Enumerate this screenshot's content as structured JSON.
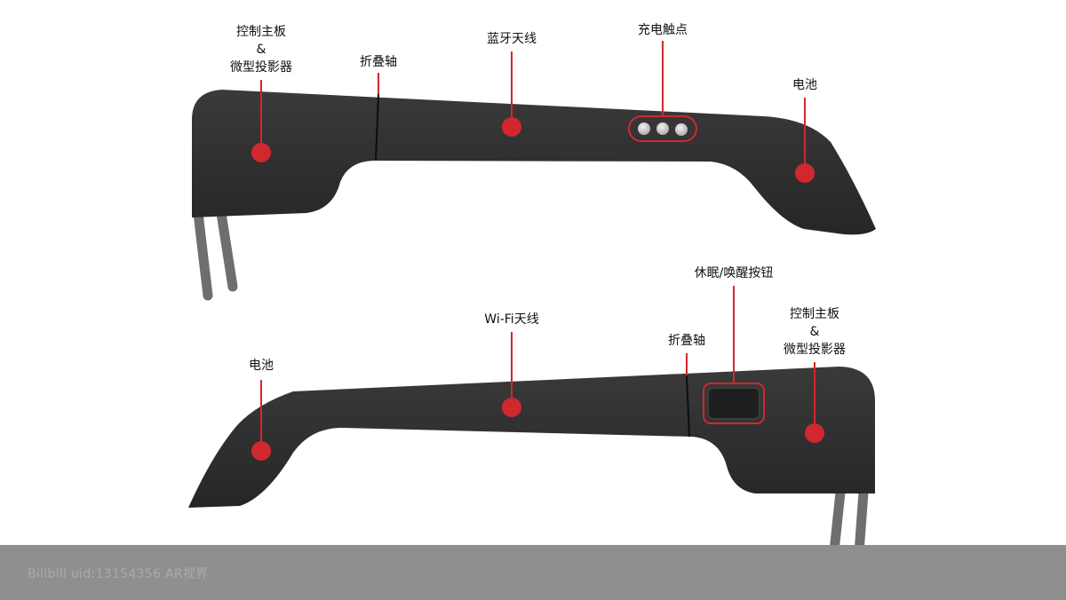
{
  "top_arm": {
    "labels": {
      "board_line1": "控制主板",
      "board_amp": "&",
      "board_line2": "微型投影器",
      "hinge": "折叠轴",
      "bluetooth": "蓝牙天线",
      "charging": "充电触点",
      "battery": "电池"
    }
  },
  "bottom_arm": {
    "labels": {
      "battery": "电池",
      "wifi": "Wi-Fi天线",
      "hinge": "折叠轴",
      "sleep_button": "休眠/唤醒按钮",
      "board_line1": "控制主板",
      "board_amp": "&",
      "board_line2": "微型投影器"
    }
  },
  "watermark": "Bilibili uid:13154356  AR视界",
  "colors": {
    "body": "#2b2b2b",
    "marker": "#d0282e",
    "post": "#6e6e6e"
  }
}
